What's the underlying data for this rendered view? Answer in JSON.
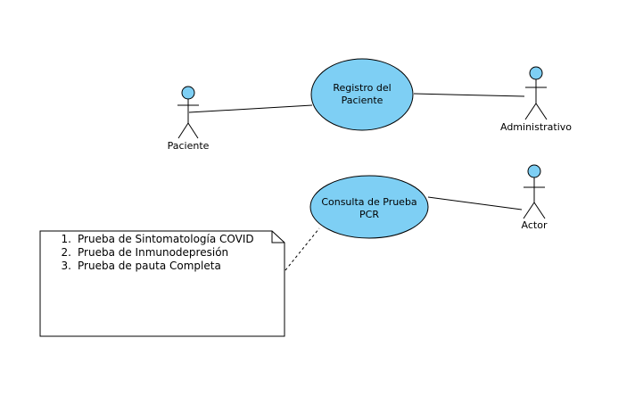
{
  "colors": {
    "fill": "#7ecff4",
    "stroke": "#000000",
    "background": "#ffffff"
  },
  "actors": {
    "paciente": "Paciente",
    "administrativo": "Administrativo",
    "actor": "Actor"
  },
  "use_cases": {
    "registro": [
      "Registro del",
      "Paciente"
    ],
    "consulta": [
      "Consulta de Prueba",
      "PCR"
    ]
  },
  "note": {
    "items": [
      "Prueba de Sintomatología COVID",
      "Prueba de Inmunodepresión",
      "Prueba de pauta Completa"
    ],
    "markers": [
      "1.",
      "2.",
      "3."
    ]
  }
}
